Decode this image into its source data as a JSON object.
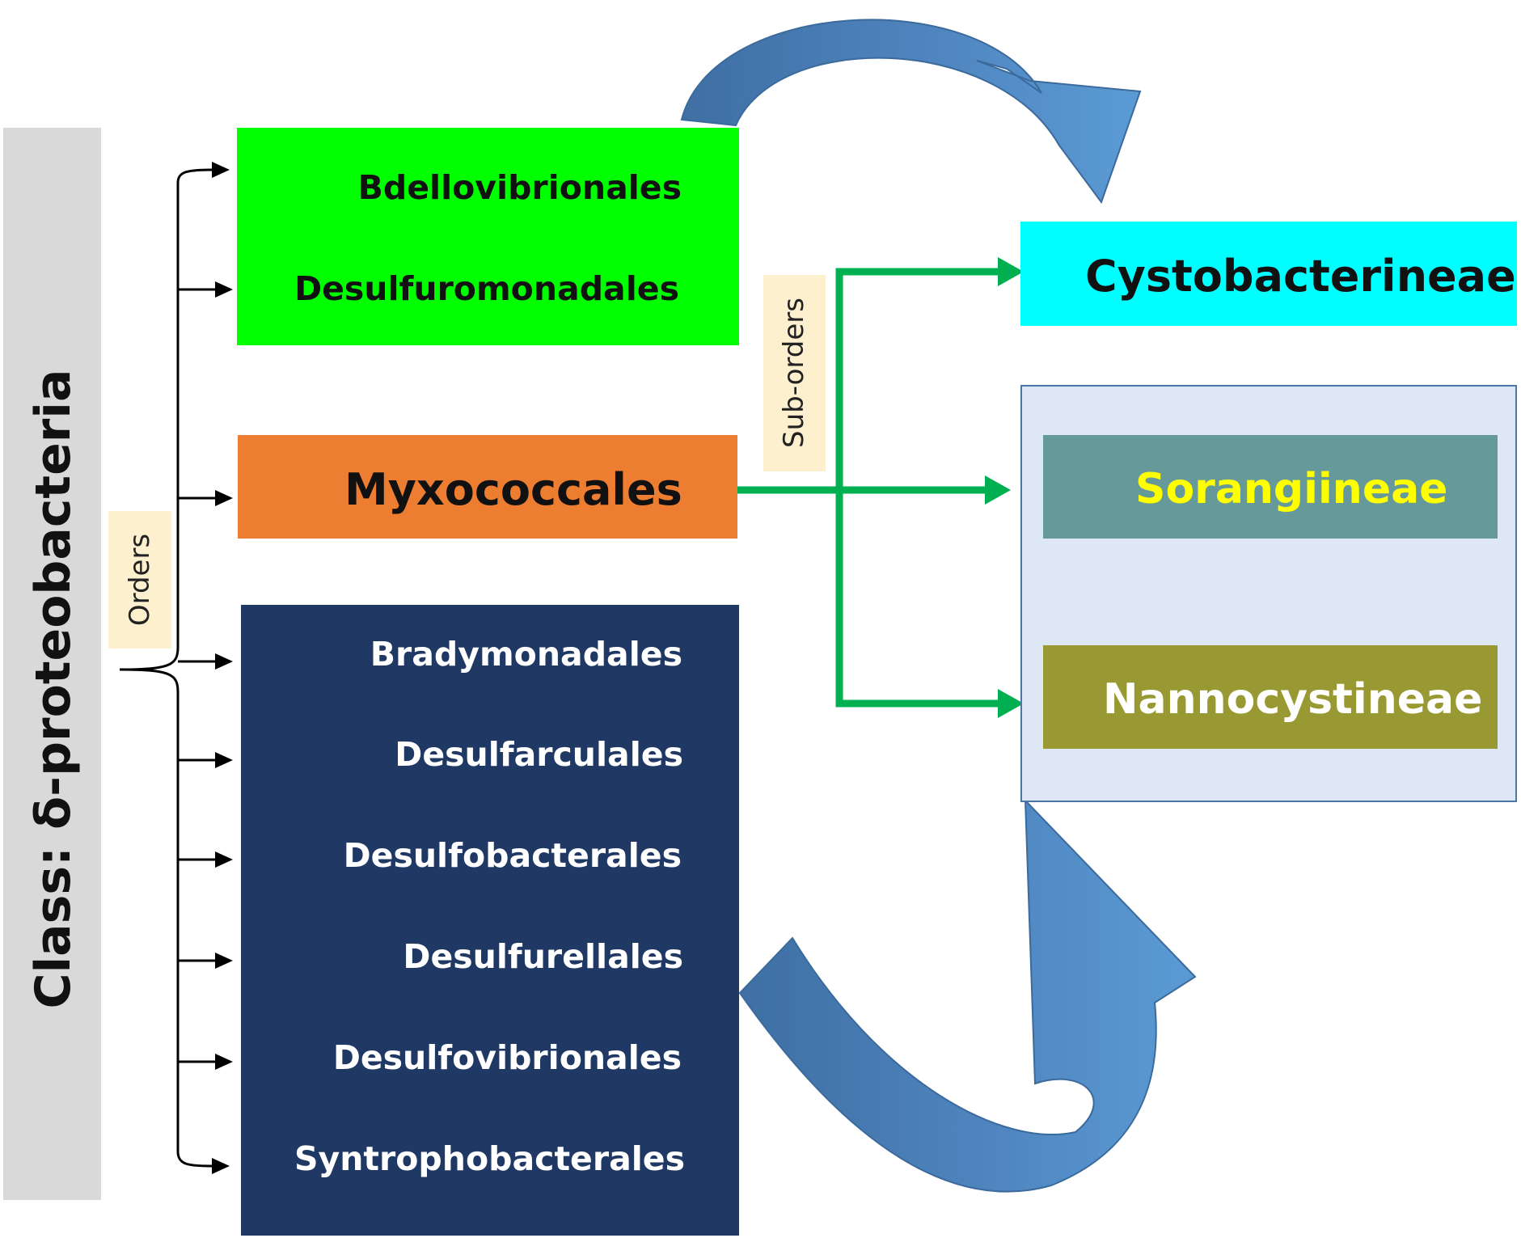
{
  "class_title": "Class: δ-proteobacteria",
  "orders_label": "Orders",
  "suborders_label": "Sub-orders",
  "green_group": [
    "Bdellovibrionales",
    "Desulfuromonadales"
  ],
  "myxo_label": "Myxococcales",
  "navy_group": [
    "Bradymonadales",
    "Desulfarculales",
    "Desulfobacterales",
    "Desulfurellales",
    "Desulfovibrionales",
    "Syntrophobacterales"
  ],
  "suborders": [
    "Cystobacterineae",
    "Sorangiineae",
    "Nannocystineae"
  ],
  "colors": {
    "class_bar": "#d9d9d9",
    "label_tag": "#fdf0cf",
    "green_box": "#00ff00",
    "myxo_box": "#ed7d31",
    "navy_box": "#203864",
    "connector": "#00b050",
    "cysto_box": "#00ffff",
    "panel": "#dde8f4",
    "soran_box": "#66999a",
    "soran_text": "#ffff00",
    "nanno_box": "#999933",
    "arc_arrow": "#5b9bd5"
  }
}
